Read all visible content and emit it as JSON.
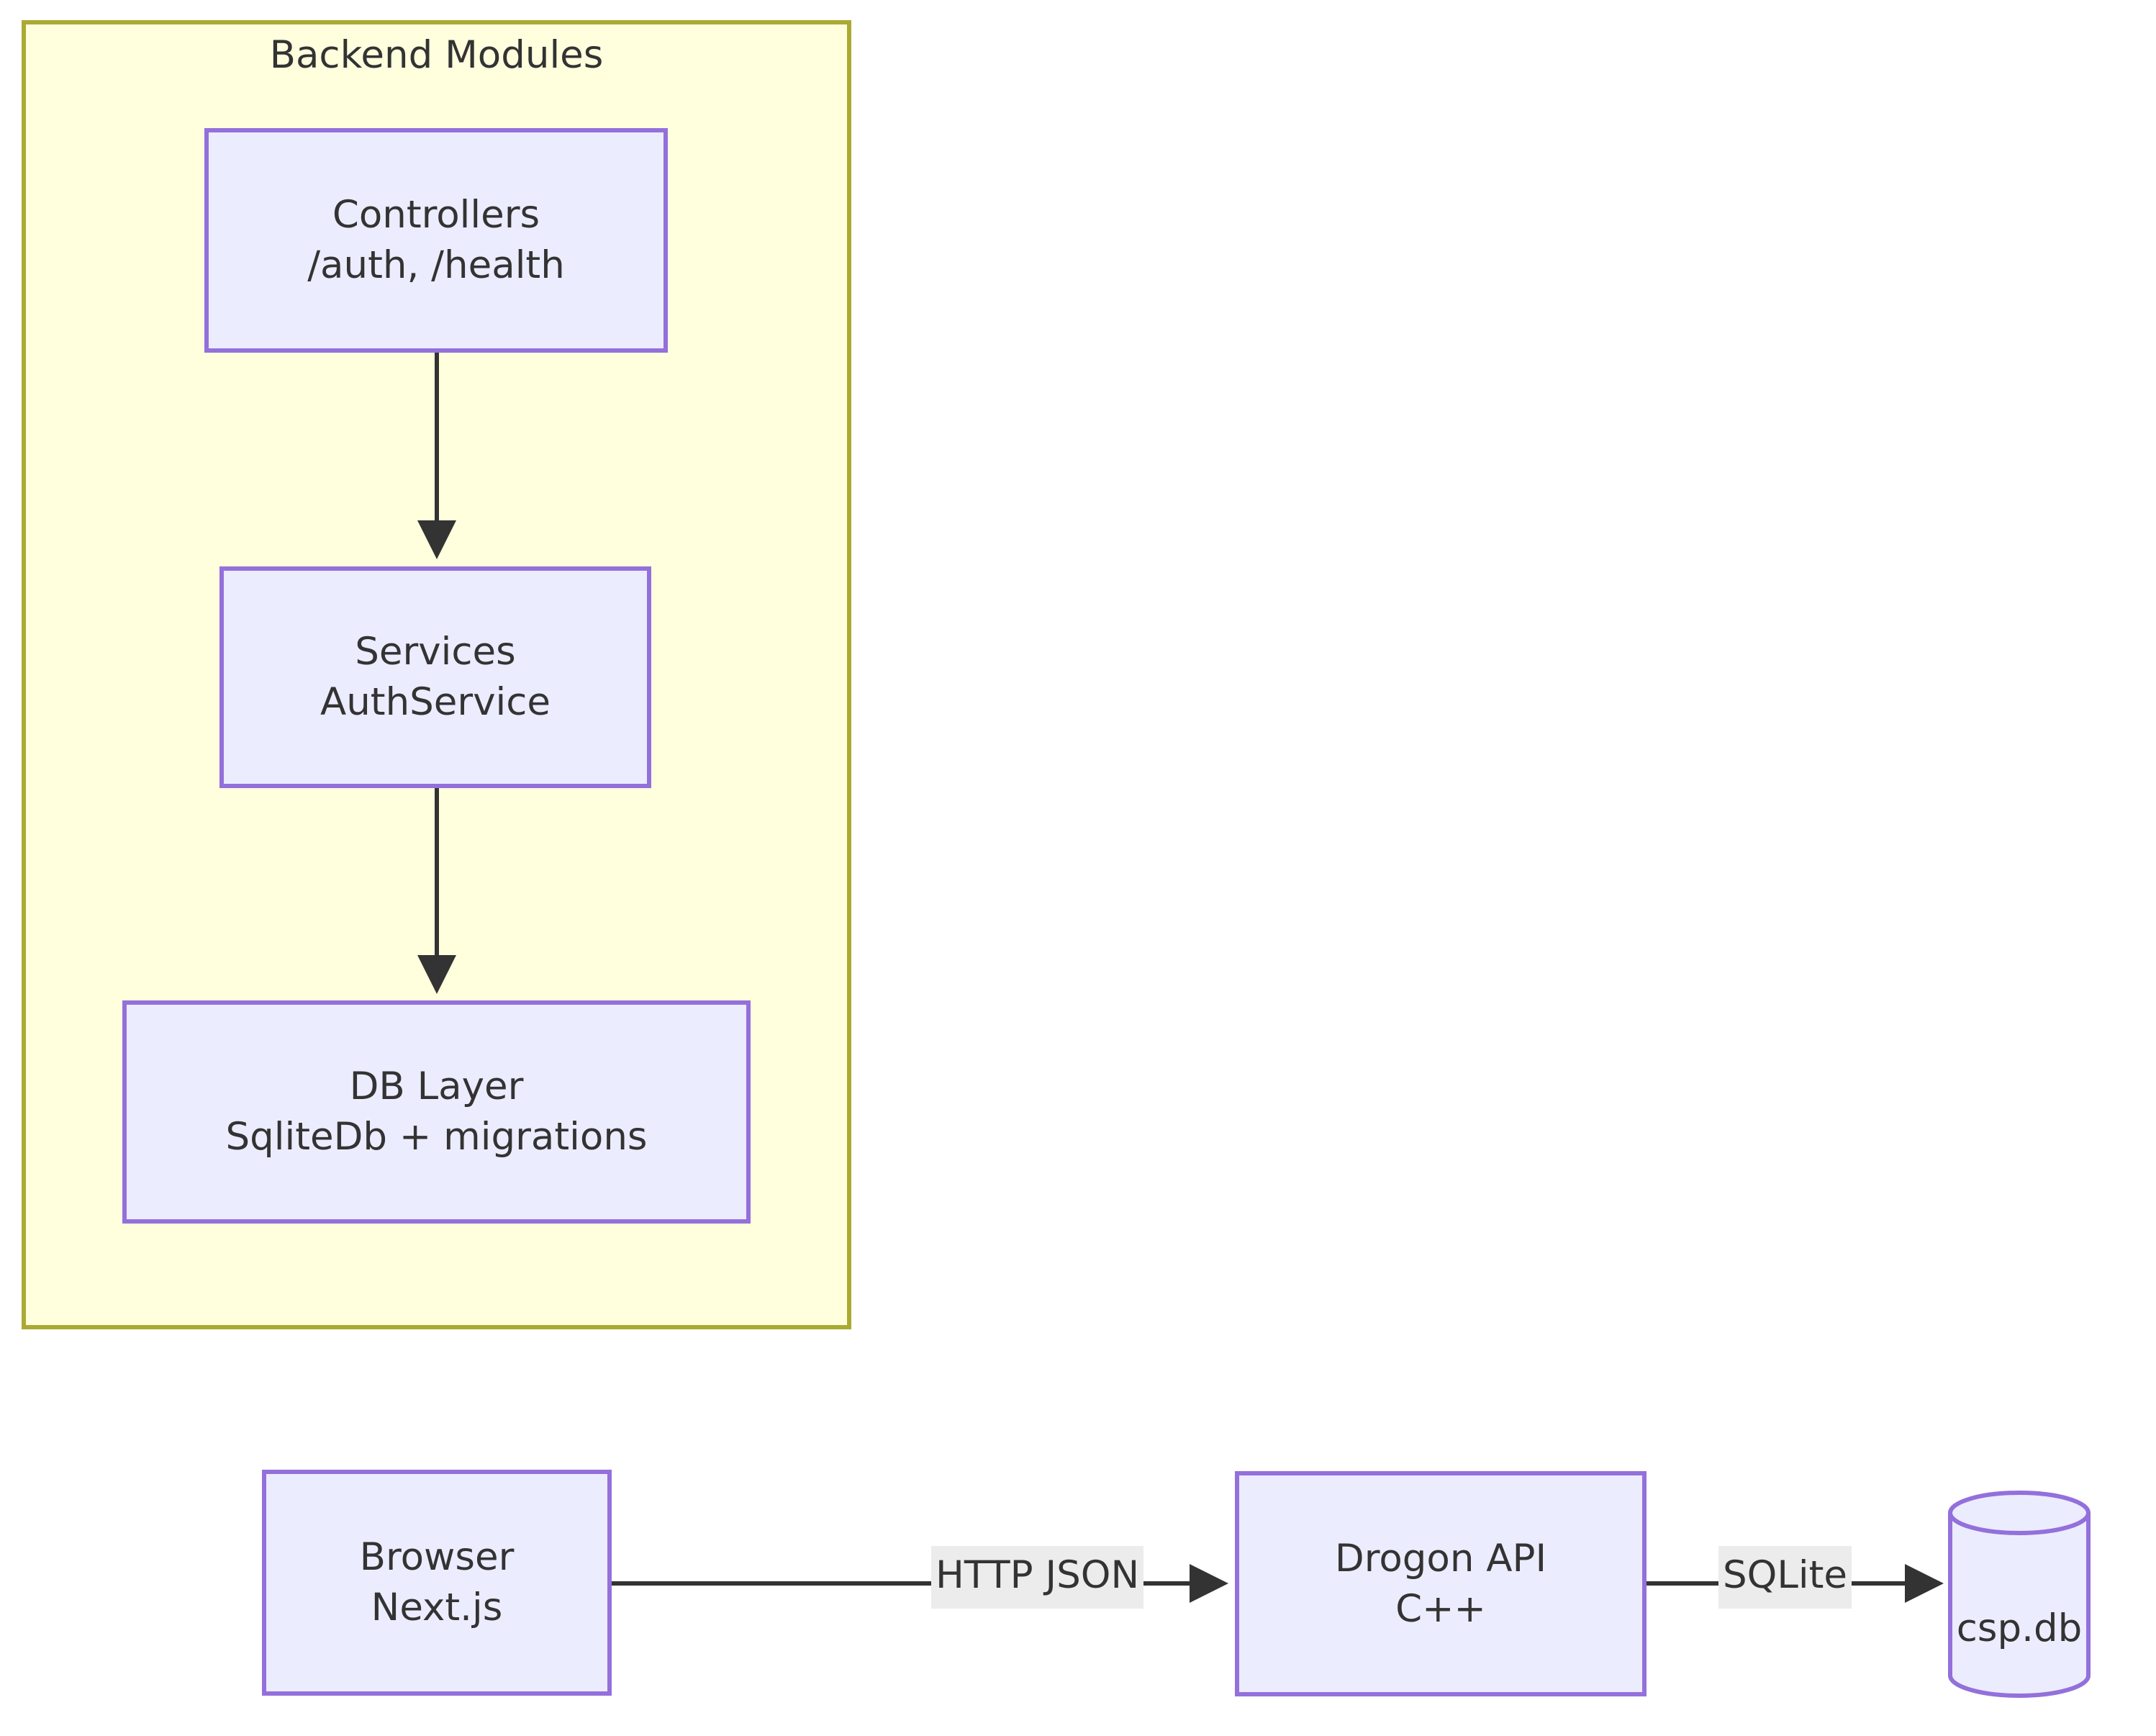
{
  "diagram": {
    "type": "flowchart",
    "title_text": "Backend Modules",
    "colors": {
      "cluster_fill": "#ffffde",
      "cluster_stroke": "#aaaa33",
      "node_fill": "#ececff",
      "node_stroke": "#9370db",
      "edge_stroke": "#333333",
      "edge_label_bg": "#ececec",
      "text": "#333333",
      "page_bg": "#ffffff"
    }
  },
  "cluster": {
    "label": "Backend Modules",
    "nodes": [
      {
        "id": "controllers",
        "line1": "Controllers",
        "line2": "/auth, /health"
      },
      {
        "id": "services",
        "line1": "Services",
        "line2": "AuthService"
      },
      {
        "id": "db_layer",
        "line1": "DB Layer",
        "line2": "SqliteDb + migrations"
      }
    ],
    "edges": [
      {
        "from": "controllers",
        "to": "services",
        "label": ""
      },
      {
        "from": "services",
        "to": "db_layer",
        "label": ""
      }
    ]
  },
  "flow": {
    "nodes": [
      {
        "id": "browser",
        "shape": "rect",
        "line1": "Browser",
        "line2": "Next.js"
      },
      {
        "id": "drogon_api",
        "shape": "rect",
        "line1": "Drogon API",
        "line2": "C++"
      },
      {
        "id": "csp_db",
        "shape": "cylinder",
        "line1": "csp.db",
        "line2": ""
      }
    ],
    "edges": [
      {
        "from": "browser",
        "to": "drogon_api",
        "label": "HTTP JSON"
      },
      {
        "from": "drogon_api",
        "to": "csp_db",
        "label": "SQLite"
      }
    ]
  }
}
